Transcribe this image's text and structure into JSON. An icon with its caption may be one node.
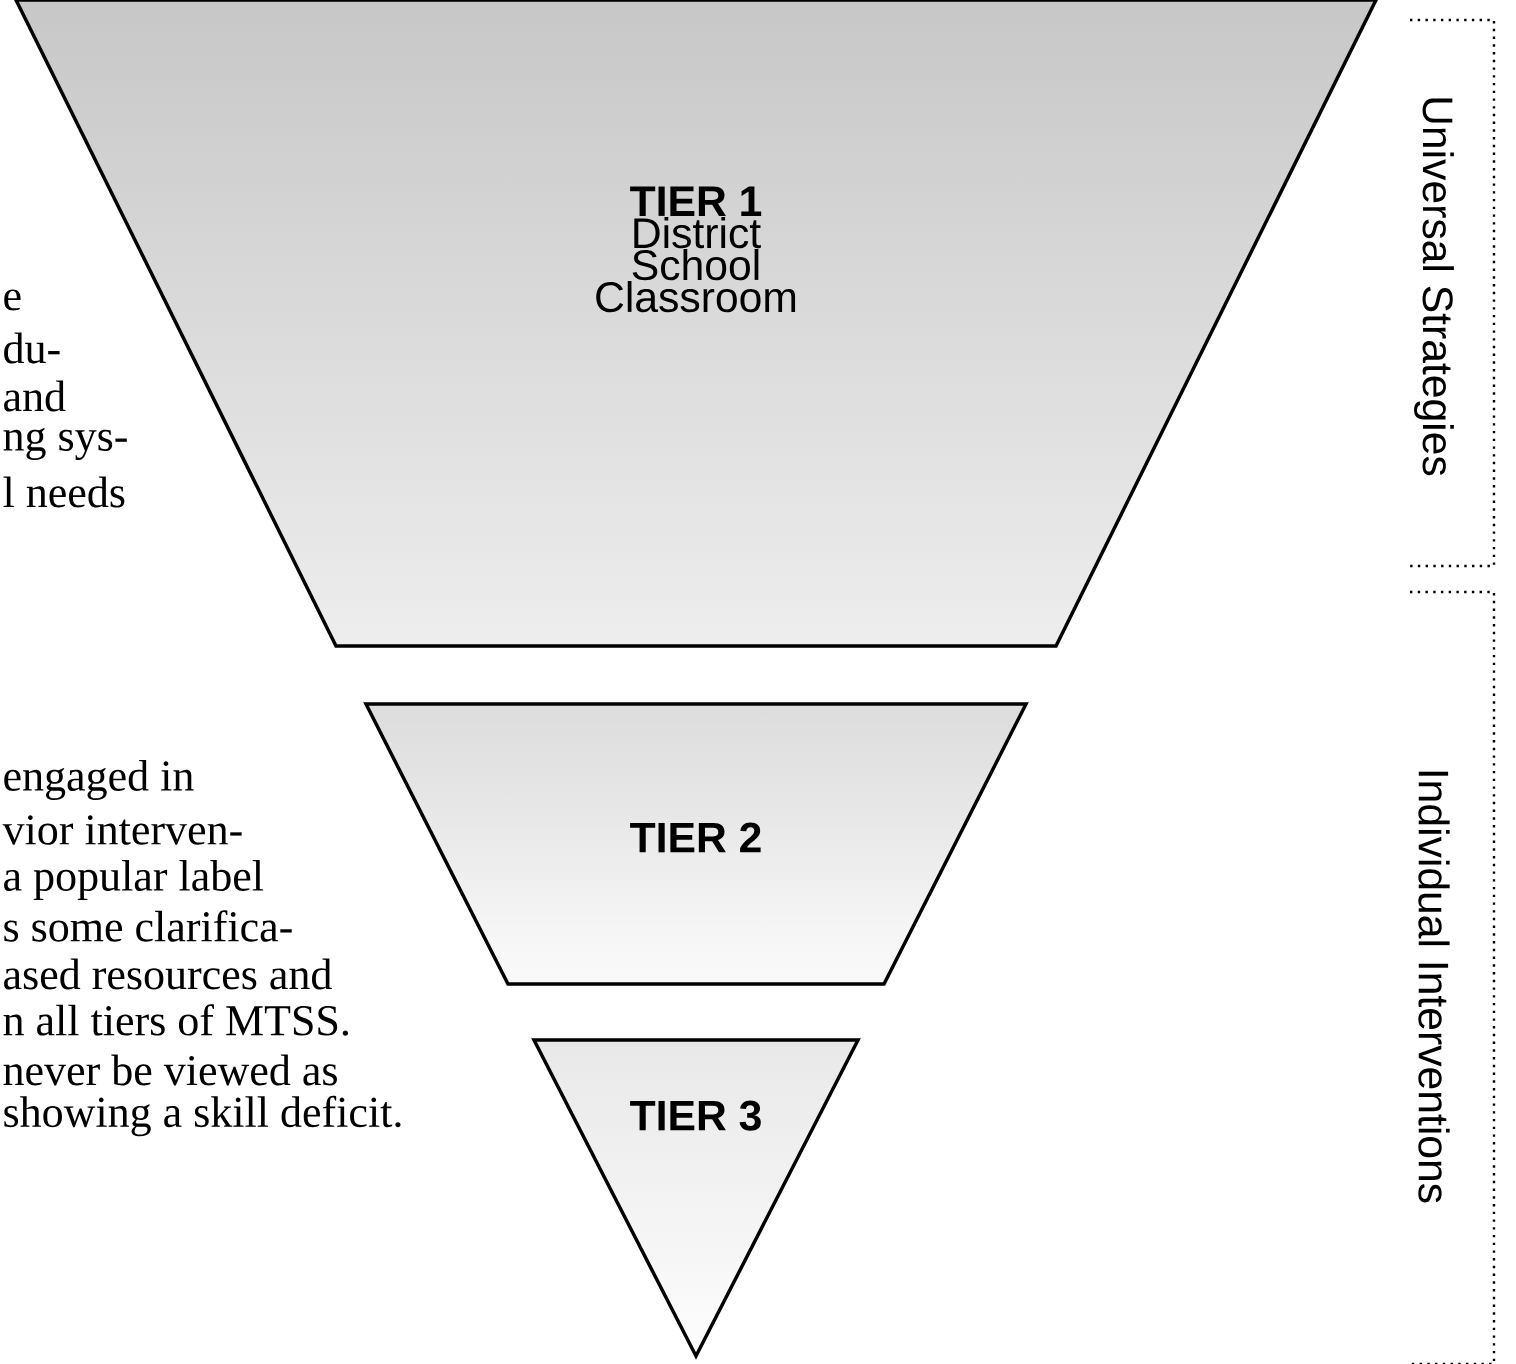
{
  "diagram": {
    "nodes": [
      {
        "text": [
          "TIER 1",
          "District",
          "School",
          "Classroom"
        ]
      },
      {
        "text": [
          "TIER 2"
        ]
      },
      {
        "text": [
          "TIER 3"
        ]
      }
    ],
    "labels": [
      "e",
      "du-",
      "and",
      "ng sys-",
      "l needs",
      "engaged in",
      "vior interven-",
      "a popular label",
      "s some clarifica-",
      "ased resources and",
      "n all tiers of MTSS.",
      "never be viewed as",
      "showing a skill deficit.",
      "Universal Strategies",
      "Individual Interventions"
    ]
  }
}
